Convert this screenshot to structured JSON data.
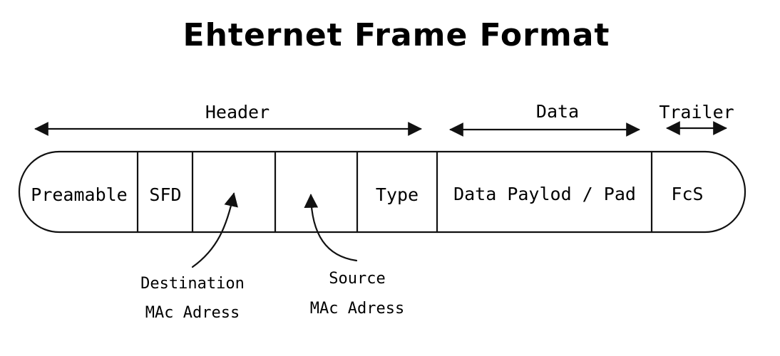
{
  "title": "Ehternet Frame Format",
  "groups": {
    "header": "Header",
    "data": "Data",
    "trailer": "Trailer"
  },
  "fields": {
    "preamble": "Preamable",
    "sfd": "SFD",
    "destination": "",
    "source": "",
    "type": "Type",
    "payload": "Data Paylod / Pad",
    "fcs": "FcS"
  },
  "callouts": {
    "destination_line1": "Destination",
    "destination_line2": "MAc Adress",
    "source_line1": "Source",
    "source_line2": "MAc Adress"
  },
  "colors": {
    "ink": "#111111",
    "background": "#ffffff"
  }
}
